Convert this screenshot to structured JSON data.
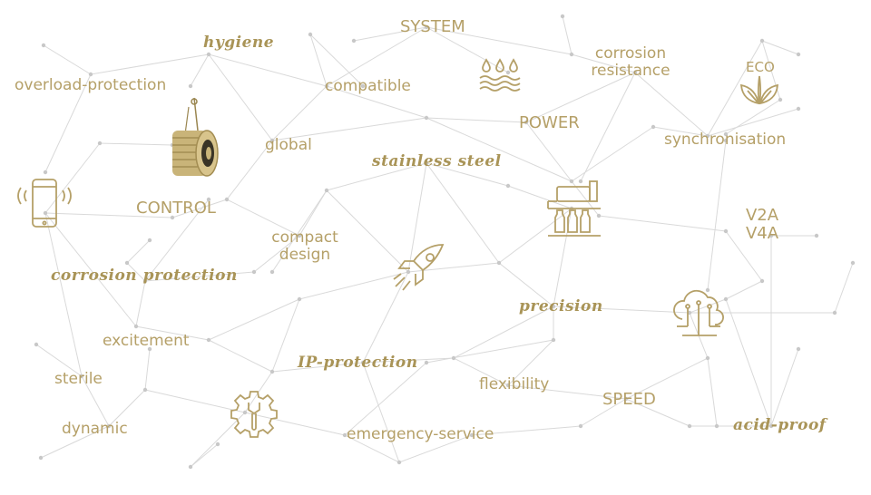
{
  "colors": {
    "accent": "#b5a068",
    "line": "#d9d9d9",
    "node": "#c8c8c8",
    "icon_dark": "#2b2b2b"
  },
  "labels": {
    "system": "SYSTEM",
    "hygiene": "hygiene",
    "overload_protection": "overload-protection",
    "compatible": "compatible",
    "corrosion_resistance_1": "corrosion",
    "corrosion_resistance_2": "resistance",
    "eco": "ECO",
    "power": "POWER",
    "global": "global",
    "synchronisation": "synchronisation",
    "stainless_steel": "stainless steel",
    "control": "CONTROL",
    "v2a": "V2A",
    "v4a": "V4A",
    "compact_design_1": "compact",
    "compact_design_2": "design",
    "corrosion_protection": "corrosion protection",
    "precision": "precision",
    "excitement": "excitement",
    "ip_protection": "IP-protection",
    "sterile": "sterile",
    "flexibility": "flexibility",
    "speed": "SPEED",
    "dynamic": "dynamic",
    "emergency_service": "emergency-service",
    "acid_proof": "acid-proof"
  },
  "icons": [
    "water-drops-icon",
    "eco-leaves-icon",
    "smartphone-icon",
    "coupling-icon",
    "filling-machine-icon",
    "rocket-icon",
    "cloud-circuit-icon",
    "gear-wrench-icon"
  ]
}
